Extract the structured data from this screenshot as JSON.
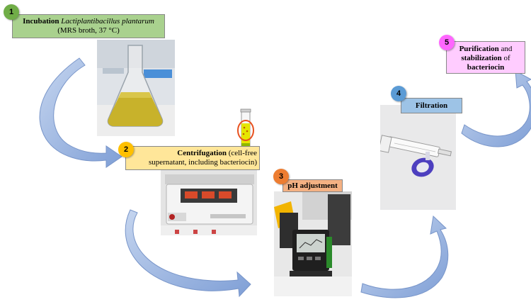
{
  "steps": [
    {
      "num": "1",
      "title": "Incubation",
      "organism": "Lactiplantibacillus plantarum",
      "detail": "(MRS broth, 37 °C)",
      "color": "#a9d18e",
      "badge": "#70ad47"
    },
    {
      "num": "2",
      "title": "Centrifugation",
      "detail_a": " (cell-free",
      "detail_b": "supernatant, including bacteriocin)",
      "color": "#ffe699",
      "badge": "#ffc000"
    },
    {
      "num": "3",
      "title": "pH adjustment",
      "color": "#f4b183",
      "badge": "#ed7d31"
    },
    {
      "num": "4",
      "title": "Filtration",
      "color": "#9dc3e6",
      "badge": "#5b9bd5"
    },
    {
      "num": "5",
      "title_a": "Purification",
      "title_b": " and",
      "title_c": "stabilization",
      "title_d": " of",
      "title_e": "bacteriocin",
      "color": "#ffccff",
      "badge": "#ff66ff"
    }
  ],
  "icons": {
    "flask": "erlenmeyer-flask-photo",
    "centrifuge": "centrifuge-photo",
    "ph_meter": "ph-meter-photo",
    "syringe": "syringe-filter-photo",
    "tube": "test-tube-icon"
  },
  "colors": {
    "arrow": "#8faadc",
    "arrow_edge": "#6f8fc8"
  }
}
